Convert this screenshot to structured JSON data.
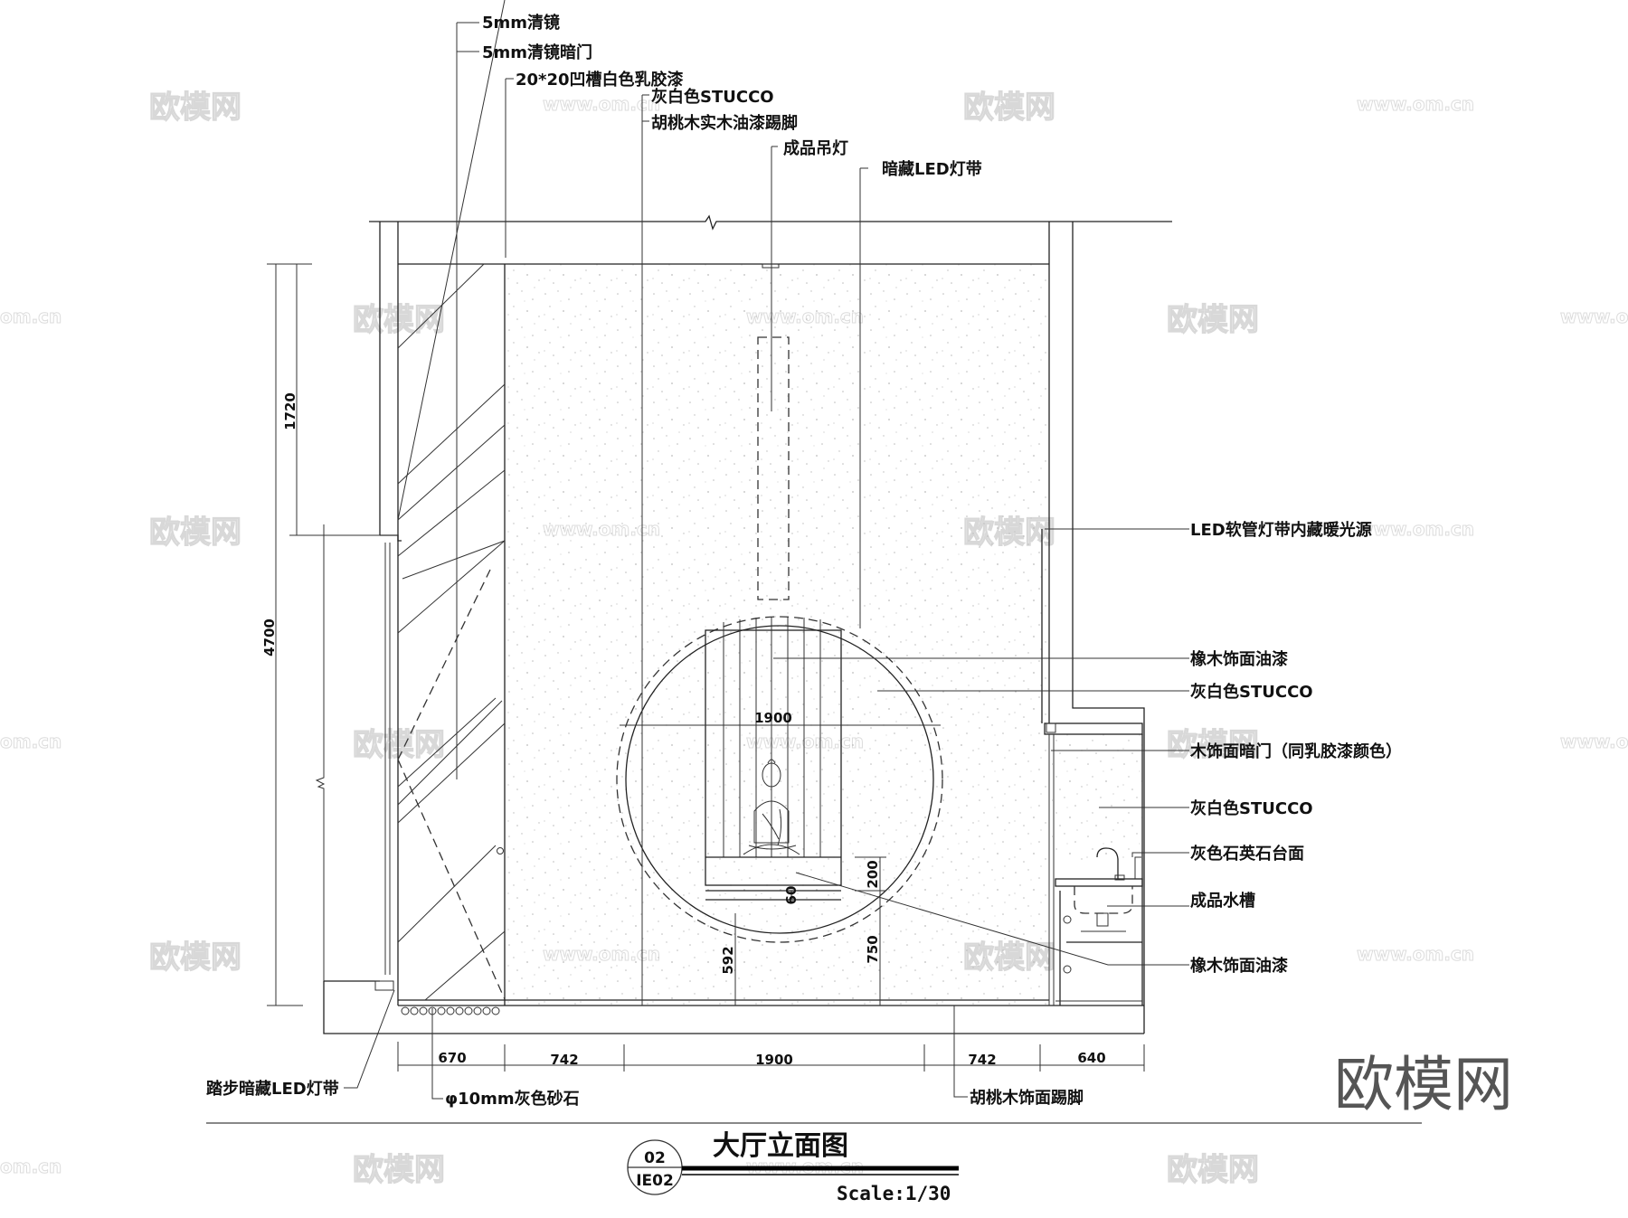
{
  "drawing": {
    "title": "大厅立面图",
    "number": "02",
    "sheet": "IE02",
    "scale": "Scale:1/30",
    "brand": "欧模网"
  },
  "top_labels": [
    {
      "text": "5mm清镜"
    },
    {
      "text": "5mm清镜暗门"
    },
    {
      "text": "20*20凹槽白色乳胶漆"
    },
    {
      "text": "灰白色STUCCO"
    },
    {
      "text": "胡桃木实木油漆踢脚"
    },
    {
      "text": "成品吊灯"
    },
    {
      "text": "暗藏LED灯带"
    }
  ],
  "right_labels": [
    {
      "text": "LED软管灯带内藏暖光源"
    },
    {
      "text": "橡木饰面油漆"
    },
    {
      "text": "灰白色STUCCO"
    },
    {
      "text": "木饰面暗门（同乳胶漆颜色）"
    },
    {
      "text": "灰白色STUCCO"
    },
    {
      "text": "灰色石英石台面"
    },
    {
      "text": "成品水槽"
    },
    {
      "text": "橡木饰面油漆"
    }
  ],
  "bottom_labels": [
    {
      "text": "踏步暗藏LED灯带"
    },
    {
      "text": "φ10mm灰色砂石"
    },
    {
      "text": "胡桃木饰面踢脚"
    }
  ],
  "dimensions": {
    "horizontal": [
      "670",
      "742",
      "1900",
      "742",
      "640"
    ],
    "vertical_left": [
      "1720",
      "4700"
    ],
    "circle_diameter": "1900",
    "niche": [
      "200",
      "60",
      "592",
      "750"
    ]
  },
  "watermarks": {
    "logo": "欧模网",
    "url": "www.om.cn",
    "url_short": "om.cn"
  }
}
